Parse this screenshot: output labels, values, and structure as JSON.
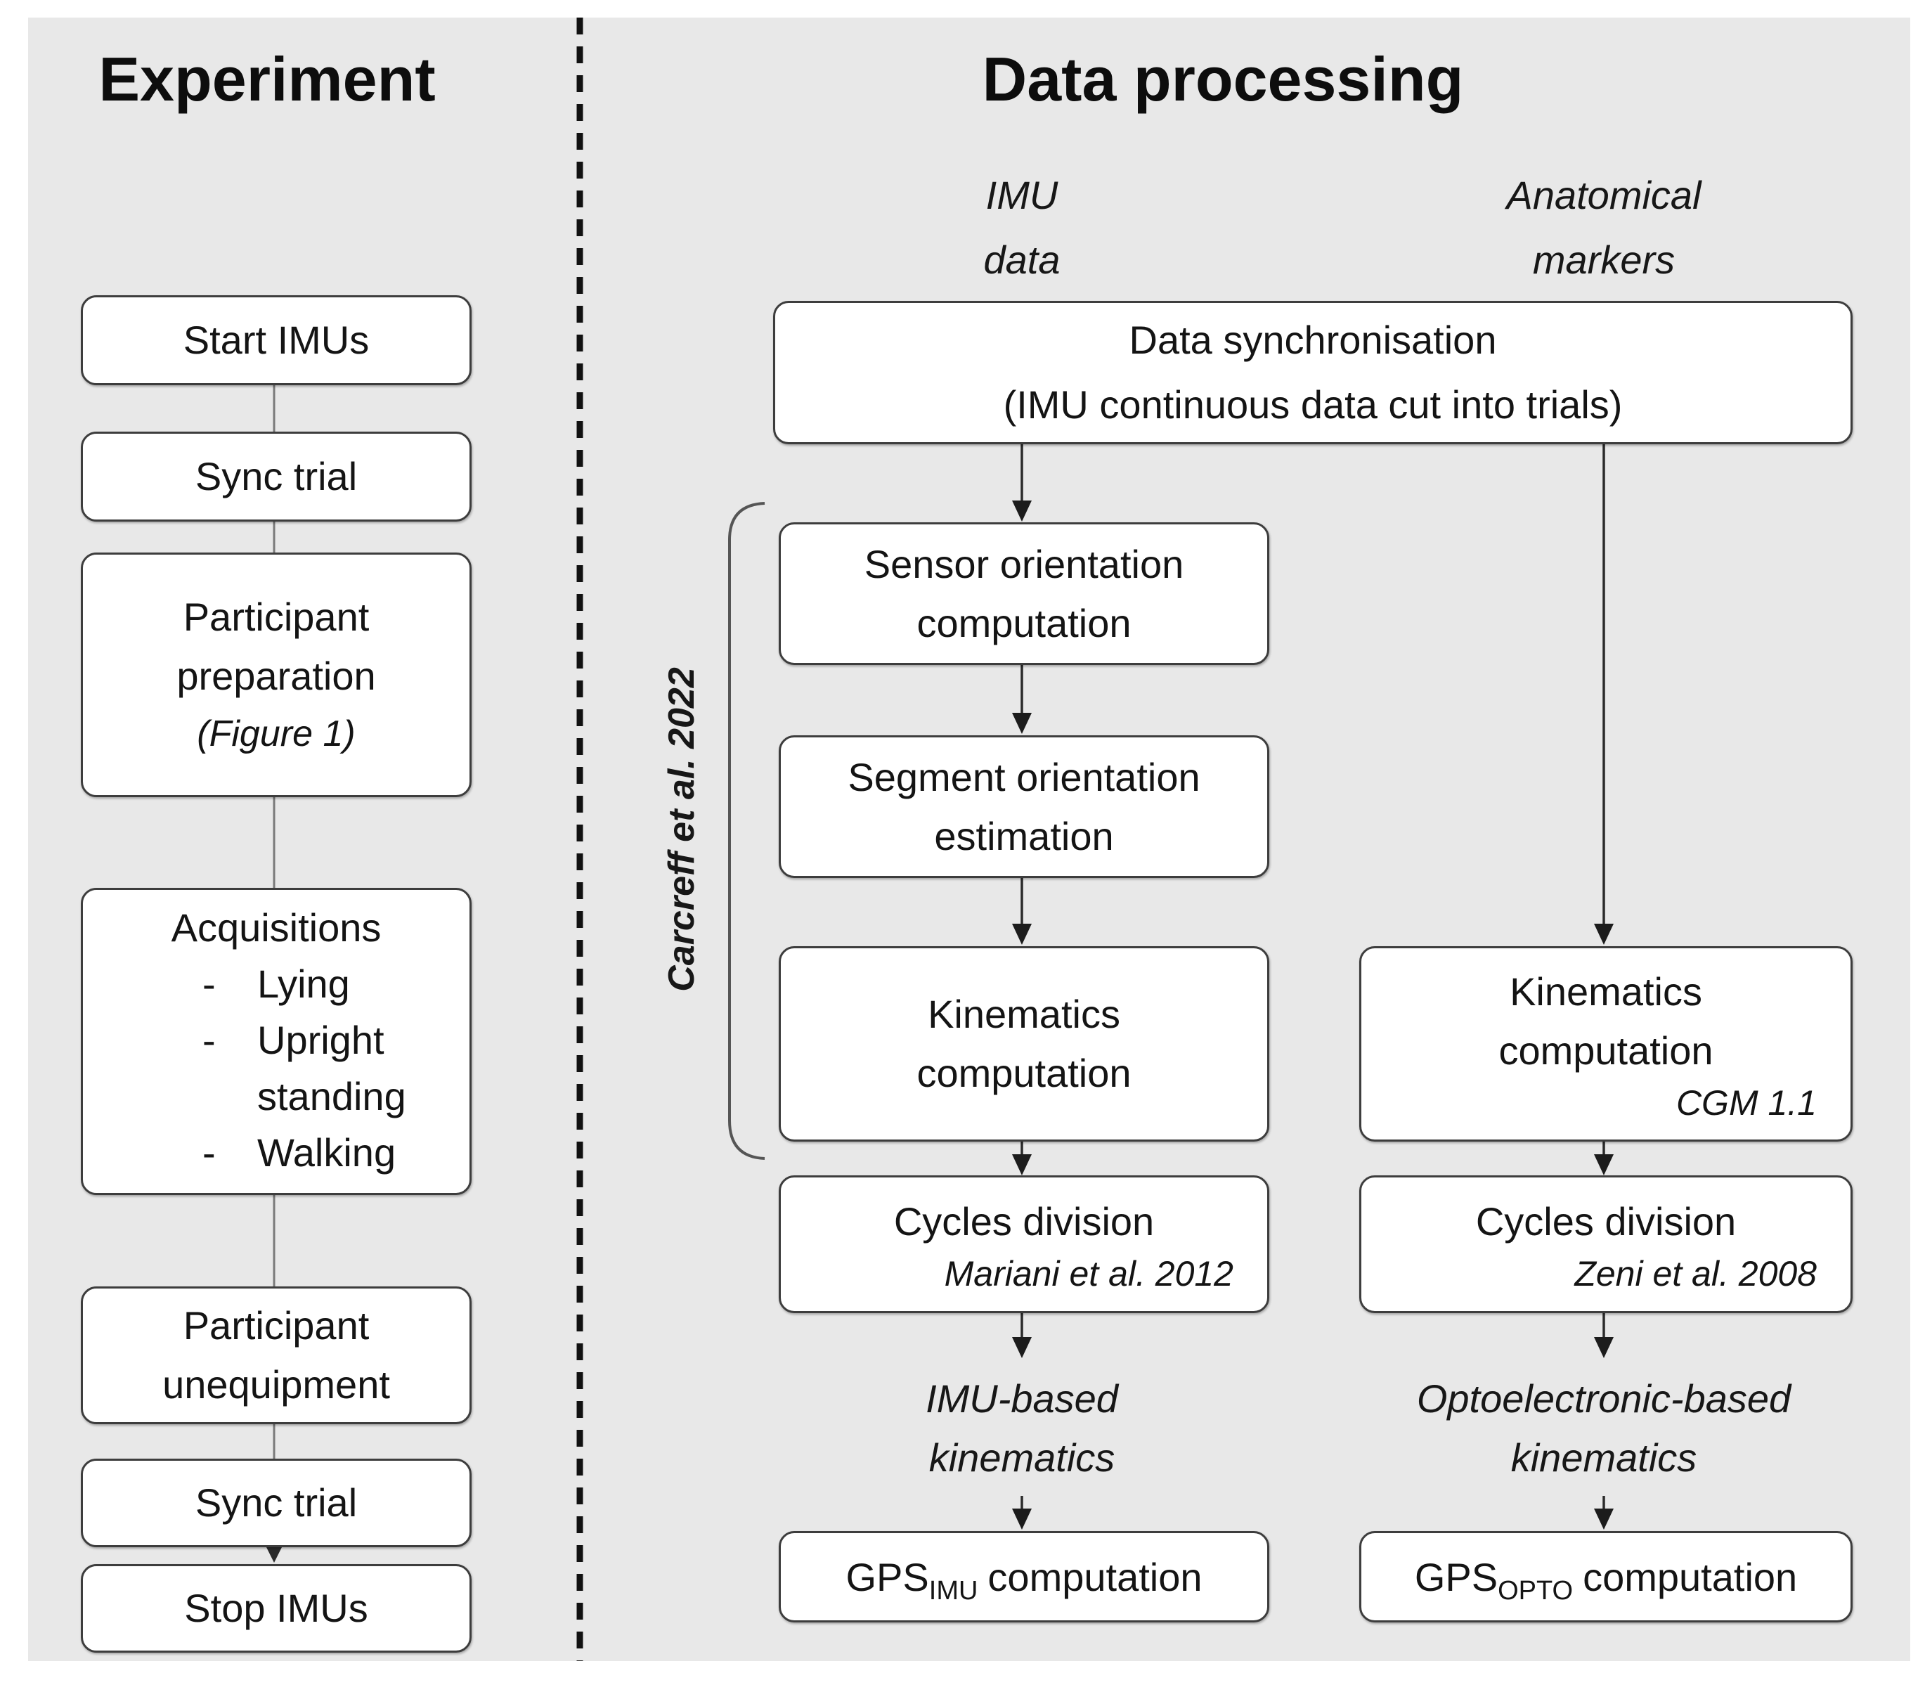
{
  "titles": {
    "experiment": "Experiment",
    "data_processing": "Data processing"
  },
  "experiment": {
    "start_imus": "Start IMUs",
    "sync_trial_top": "Sync trial",
    "preparation": {
      "line1": "Participant",
      "line2": "preparation",
      "note": "(Figure 1)"
    },
    "acquisitions": {
      "title": "Acquisitions",
      "items": [
        {
          "dash": "-",
          "text": "Lying"
        },
        {
          "dash": "-",
          "text": "Upright"
        },
        {
          "dash": "",
          "text": "standing"
        },
        {
          "dash": "-",
          "text": "Walking"
        }
      ]
    },
    "unequipment": {
      "line1": "Participant",
      "line2": "unequipment"
    },
    "sync_trial_bottom": "Sync trial",
    "stop_imus": "Stop IMUs"
  },
  "processing": {
    "imu_column_label": {
      "line1": "IMU",
      "line2": "data"
    },
    "anatomical_column_label": {
      "line1": "Anatomical",
      "line2": "markers"
    },
    "data_synchronisation": {
      "line1": "Data synchronisation",
      "line2": "(IMU continuous data cut into trials)"
    },
    "bracket_label": "Carcreff et al. 2022",
    "imu": {
      "sensor_orientation": {
        "line1": "Sensor orientation",
        "line2": "computation"
      },
      "segment_orientation": {
        "line1": "Segment orientation",
        "line2": "estimation"
      },
      "kinematics": {
        "line1": "Kinematics",
        "line2": "computation"
      },
      "cycles_division": {
        "title": "Cycles division",
        "reference": "Mariani et al. 2012"
      },
      "result": {
        "line1": "IMU-based",
        "line2": "kinematics"
      },
      "gps": {
        "base": "GPS",
        "subscript": "IMU",
        "suffix": "computation"
      }
    },
    "opto": {
      "kinematics": {
        "line1": "Kinematics",
        "line2": "computation",
        "reference": "CGM 1.1"
      },
      "cycles_division": {
        "title": "Cycles division",
        "reference": "Zeni et al. 2008"
      },
      "result": {
        "line1": "Optoelectronic-based",
        "line2": "kinematics"
      },
      "gps": {
        "base": "GPS",
        "subscript": "OPTO",
        "suffix": "computation"
      }
    }
  },
  "colors": {
    "page_bg": "#ffffff",
    "panel_bg": "#e8e8e8",
    "box_fill": "#ffffff",
    "box_border": "#3d3d3d",
    "text": "#141414",
    "left_connector": "#7a7a7a",
    "arrow": "#2b2b2b",
    "divider": "#111111"
  }
}
